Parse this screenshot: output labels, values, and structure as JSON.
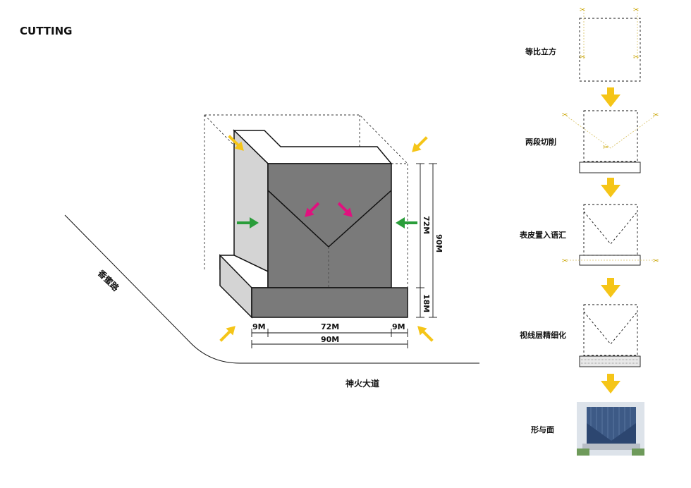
{
  "title": "CUTTING",
  "roads": {
    "diagonal": "香蜜路",
    "horizontal": "神火大道"
  },
  "dimensions": {
    "left_wing": "9M",
    "center": "72M",
    "right_wing": "9M",
    "total_width": "90M",
    "upper_height": "72M",
    "total_height": "90M",
    "base_height": "18M"
  },
  "steps": [
    {
      "label": "等比立方"
    },
    {
      "label": "两段切削"
    },
    {
      "label": "表皮置入语汇"
    },
    {
      "label": "视线层精细化"
    },
    {
      "label": "形与面"
    }
  ],
  "colors": {
    "yellow_arrow": "#f5c518",
    "green_arrow": "#2a9d3a",
    "magenta_arrow": "#e0117f",
    "facade": "#7a7a7a",
    "side": "#d4d4d4",
    "roof": "#ffffff"
  },
  "icons": [
    "yellow-arrow-icon",
    "green-arrow-icon",
    "magenta-arrow-icon",
    "down-arrow-icon",
    "scissors-icon"
  ]
}
